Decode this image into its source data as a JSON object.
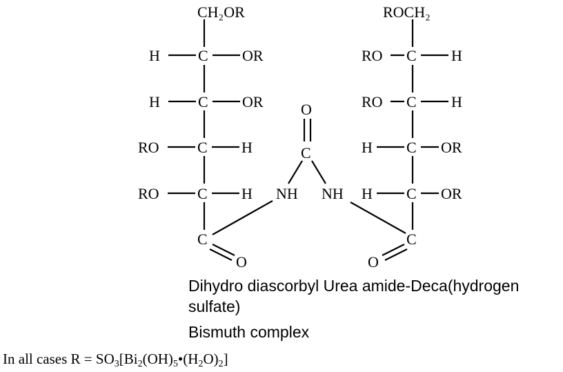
{
  "atoms": {
    "lt_ch2or": "CH₂OR",
    "l1_h": "H",
    "l1_c": "C",
    "l1_or": "OR",
    "l2_h": "H",
    "l2_c": "C",
    "l2_or": "OR",
    "l3_ro": "RO",
    "l3_c": "C",
    "l3_h": "H",
    "l4_ro": "RO",
    "l4_c": "C",
    "l4_h": "H",
    "l5_c": "C",
    "l5_o": "O",
    "rt_roch2": "ROCH₂",
    "r1_ro": "RO",
    "r1_c": "C",
    "r1_h": "H",
    "r2_ro": "RO",
    "r2_c": "C",
    "r2_h": "H",
    "r3_h": "H",
    "r3_c": "C",
    "r3_or": "OR",
    "r4_h": "H",
    "r4_c": "C",
    "r4_or": "OR",
    "r5_c": "C",
    "r5_o": "O",
    "u_o": "O",
    "u_c": "C",
    "nh_left": "NH",
    "nh_right": "NH"
  },
  "caption": {
    "line1": "Dihydro diascorbyl Urea amide-Deca(hydrogen",
    "line2": "sulfate)",
    "line3": "Bismuth complex"
  },
  "footnote": {
    "prefix": "In all cases R = SO",
    "s1": "3",
    "p2": "[Bi",
    "s2": "2",
    "p3": "(OH)",
    "s3": "5",
    "p4": "•(H",
    "s4": "2",
    "p5": "O)",
    "s5": "2",
    "p6": "]"
  }
}
